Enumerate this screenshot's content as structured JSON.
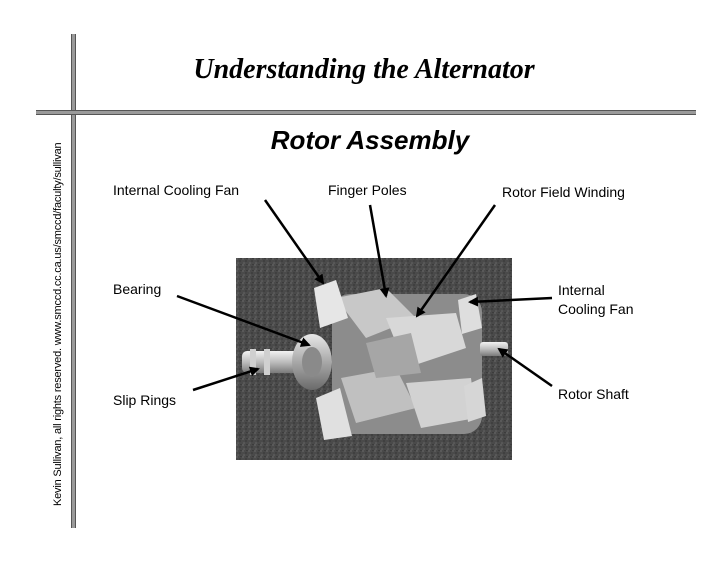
{
  "slide": {
    "title": "Understanding the Alternator",
    "subtitle": "Rotor Assembly",
    "credit": "Kevin Sullivan, all rights reserved.  www.smccd.cc.ca.us/smccd/faculty/sullivan"
  },
  "labels": {
    "internal_cooling_fan_left": "Internal Cooling Fan",
    "finger_poles": "Finger Poles",
    "rotor_field_winding": "Rotor Field Winding",
    "bearing": "Bearing",
    "internal_cooling_fan_right_line1": "Internal",
    "internal_cooling_fan_right_line2": "Cooling Fan",
    "slip_rings": "Slip Rings",
    "rotor_shaft": "Rotor Shaft"
  }
}
